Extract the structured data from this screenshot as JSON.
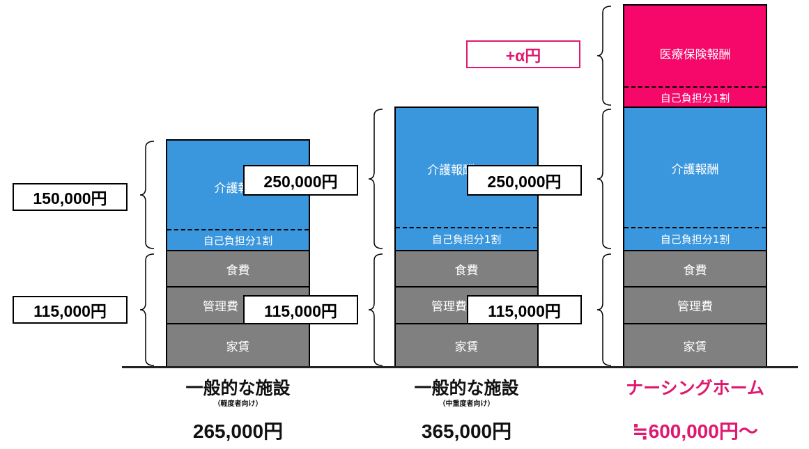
{
  "columns": [
    {
      "title": "一般的な施設",
      "subtitle": "（軽度者向け）",
      "total": "265,000円",
      "blocks": {
        "care": "介護報酬",
        "copay": "自己負担分1割",
        "food": "食費",
        "management": "管理費",
        "rent": "家賃"
      },
      "care_amount": "150,000円",
      "living_amount": "115,000円"
    },
    {
      "title": "一般的な施設",
      "subtitle": "（中重度者向け）",
      "total": "365,000円",
      "blocks": {
        "care": "介護報酬",
        "copay": "自己負担分1割",
        "food": "食費",
        "management": "管理費",
        "rent": "家賃"
      },
      "care_amount": "250,000円",
      "living_amount": "115,000円"
    },
    {
      "title": "ナーシングホーム",
      "total": "≒600,000円〜",
      "blocks": {
        "medical": "医療保険報酬",
        "medical_copay": "自己負担分1割",
        "care": "介護報酬",
        "copay": "自己負担分1割",
        "food": "食費",
        "management": "管理費",
        "rent": "家賃"
      },
      "care_amount": "250,000円",
      "living_amount": "115,000円",
      "medical_amount": "+α円"
    }
  ],
  "colors": {
    "care": "#3a97dd",
    "living": "#808080",
    "medical": "#f5086a",
    "nursing_title": "#e0186e"
  }
}
